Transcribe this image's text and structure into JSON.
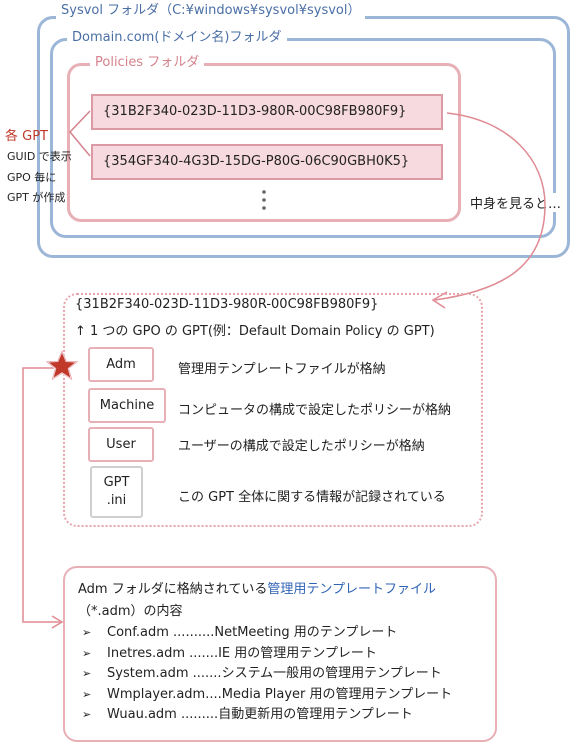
{
  "sysvol": {
    "label": "Sysvol フォルダ（C:¥windows¥sysvol¥sysvol）"
  },
  "domain": {
    "label": "Domain.com(ドメイン名)フォルダ"
  },
  "policies": {
    "label": "Policies フォルダ"
  },
  "guids": [
    {
      "text": "{31B2F340-023D-11D3-980R-00C98FB980F9}"
    },
    {
      "text": "{354GF340-4G3D-15DG-P80G-06C90GBH0K5}"
    }
  ],
  "left_note": {
    "title": "各 GPT",
    "line1": "GUID で表示",
    "line2": "GPO 毎に",
    "line3": "GPT が作成"
  },
  "callout": "中身を見ると…",
  "detail": {
    "header": "{31B2F340-023D-11D3-980R-00C98FB980F9}",
    "subheader": "↑ 1 つの GPO の GPT(例：Default Domain Policy の GPT)",
    "folders": [
      {
        "name": "Adm",
        "desc": "管理用テンプレートファイルが格納"
      },
      {
        "name": "Machine",
        "desc": "コンピュータの構成で設定したポリシーが格納"
      },
      {
        "name": "User",
        "desc": "ユーザーの構成で設定したポリシーが格納"
      },
      {
        "name_line1": "GPT",
        "name_line2": ".ini",
        "desc": "この GPT 全体に関する情報が記録されている"
      }
    ]
  },
  "adm": {
    "title_prefix": "Adm フォルダに格納されている",
    "title_link": "管理用テンプレートファイル",
    "title_suffix": "（*.adm）の内容",
    "items": [
      {
        "file": "Conf.adm ..........",
        "desc": "NetMeeting 用のテンプレート"
      },
      {
        "file": "Inetres.adm .......",
        "desc": "IE 用の管理用テンプレート"
      },
      {
        "file": "System.adm .......",
        "desc": "システム一般用の管理用テンプレート"
      },
      {
        "file": "Wmplayer.adm....",
        "desc": "Media Player 用の管理用テンプレート"
      },
      {
        "file": "Wuau.adm .........",
        "desc": "自動更新用の管理用テンプレート"
      }
    ]
  },
  "colors": {
    "blue_frame": "#9cb6d8",
    "pink_frame": "#e6b0b6",
    "guid_fill": "#f7dadf",
    "accent_red": "#c0392b",
    "link_blue": "#2f63b5",
    "arrow": "#e08a92"
  },
  "icons": {
    "star": "star-icon",
    "bullet": "arrow-bullet-icon",
    "ellipsis": "vertical-ellipsis-icon"
  }
}
